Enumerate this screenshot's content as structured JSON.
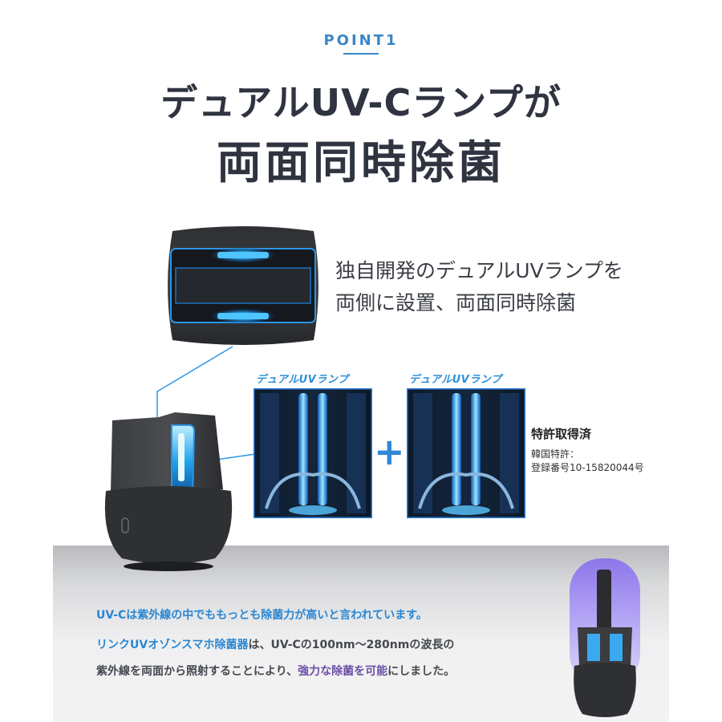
{
  "header": {
    "point": "POINT1",
    "title_line1": "デュアルUV-Cランプが",
    "title_line2": "両面同時除菌"
  },
  "description": {
    "line1": "独自開発のデュアルUVランプを",
    "line2": "両側に設置、両面同時除菌"
  },
  "lamps": {
    "label_left": "デュアルUVランプ",
    "label_right": "デュアルUVランプ",
    "plus": "+"
  },
  "patent": {
    "title": "特許取得済",
    "line1": "韓国特許：",
    "line2": "登録番号10-15820044号"
  },
  "bottom_text": {
    "line1": "UV-Cは紫外線の中でももっとも除菌力が高いと言われています。",
    "line2_highlight": "リンクUVオゾンスマホ除菌器",
    "line2_rest": "は、UV-Cの100nm～280nmの波長の",
    "line3_start": "紫外線を両面から照射することにより、",
    "line3_highlight": "強力な除菌を可能",
    "line3_end": "にしました。"
  },
  "colors": {
    "accent_blue": "#2a86d1",
    "highlight_purple": "#6a4fa6",
    "title_dark": "#2f3440"
  },
  "icons": {
    "plus": "plus-icon"
  }
}
